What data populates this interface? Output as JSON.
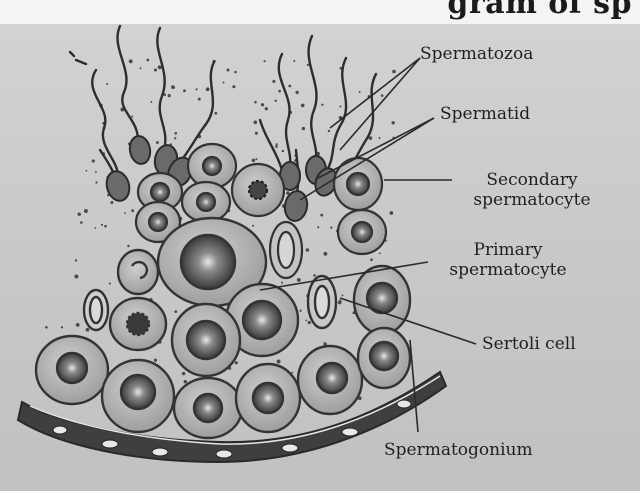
{
  "header": {
    "text": "gram of sp"
  },
  "labels": {
    "spermatozoa": "Spermatozoa",
    "spermatid": "Spermatid",
    "secondary_line1": "Secondary",
    "secondary_line2": "spermatocyte",
    "primary_line1": "Primary",
    "primary_line2": "spermatocyte",
    "sertoli": "Sertoli cell",
    "spermatogonium": "Spermatogonium"
  },
  "colors": {
    "ink": "#2a2a2a",
    "cell_fill": "#b9b9b7",
    "nucleus": "#555555",
    "membrane": "#3f3f3f",
    "basement": "#4a4a4a"
  }
}
